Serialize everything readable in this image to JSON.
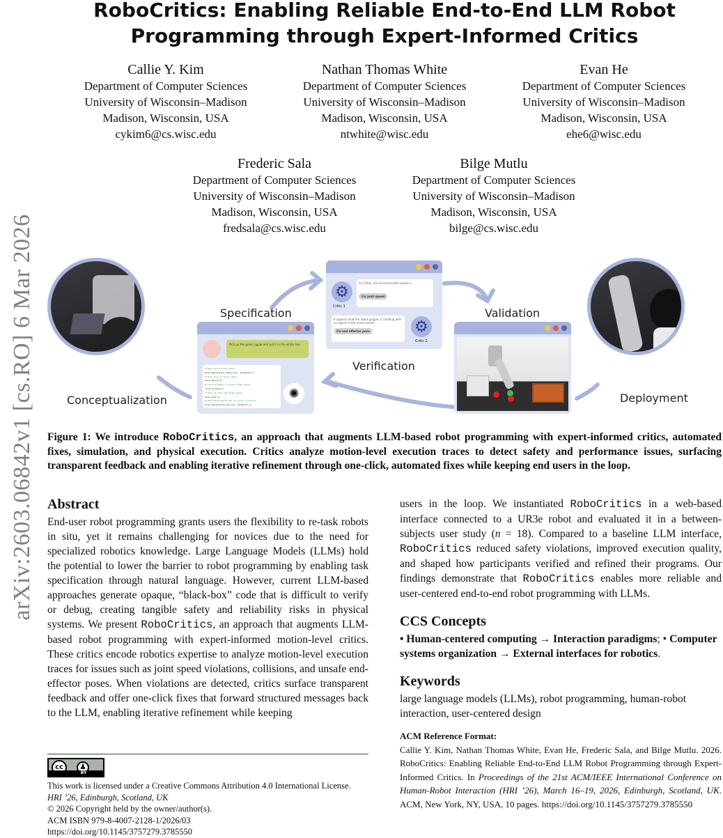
{
  "arxiv_stamp": "arXiv:2603.06842v1  [cs.RO]  6 Mar 2026",
  "title": {
    "line1": "RoboCritics: Enabling Reliable End-to-End LLM Robot",
    "line2": "Programming through Expert-Informed Critics"
  },
  "authors": [
    {
      "name": "Callie Y. Kim",
      "dept": "Department of Computer Sciences",
      "univ": "University of Wisconsin–Madison",
      "loc": "Madison, Wisconsin, USA",
      "email": "cykim6@cs.wisc.edu"
    },
    {
      "name": "Nathan Thomas White",
      "dept": "Department of Computer Sciences",
      "univ": "University of Wisconsin–Madison",
      "loc": "Madison, Wisconsin, USA",
      "email": "ntwhite@wisc.edu"
    },
    {
      "name": "Evan He",
      "dept": "Department of Computer Sciences",
      "univ": "University of Wisconsin–Madison",
      "loc": "Madison, Wisconsin, USA",
      "email": "ehe6@wisc.edu"
    },
    {
      "name": "Frederic Sala",
      "dept": "Department of Computer Sciences",
      "univ": "University of Wisconsin–Madison",
      "loc": "Madison, Wisconsin, USA",
      "email": "fredsala@cs.wisc.edu"
    },
    {
      "name": "Bilge Mutlu",
      "dept": "Department of Computer Sciences",
      "univ": "University of Wisconsin–Madison",
      "loc": "Madison, Wisconsin, USA",
      "email": "bilge@cs.wisc.edu"
    }
  ],
  "figure": {
    "stages": {
      "conceptualization": "Conceptualization",
      "specification": "Specification",
      "verification": "Verification",
      "validation": "Validation",
      "deployment": "Deployment"
    },
    "user_prompt": "Pick up the green apple and put it in the white box.",
    "critic1": {
      "label": "Critic 1",
      "message": "For UR3e, the recommended speed is...",
      "fix": "Fix joint speed"
    },
    "critic2": {
      "label": "Critic 2",
      "message": "It appears that the robot gripper is colliding with an object in the environment...",
      "fix": "Fix end effector pose"
    },
    "code_lines": [
      "# Move above Green Apple",
      "move_above(green_apple_pos, height=0.1)",
      "# Move down to Green Apple",
      "move_down(0.1)",
      "# Close gripper to grasp Green Apple",
      "close_gripper()",
      "# Move up with the Green Apple",
      "move_up(0.1)",
      "# Move above White Box to avoid collision",
      "move_above(white_box_pos, height=0.1)"
    ],
    "window_dot_colors": [
      "#f2c94c",
      "#e05a4f",
      "#5b6796"
    ]
  },
  "caption": {
    "prefix": "Figure 1: We introduce ",
    "name": "RoboCritics",
    "text": ", an approach that augments LLM-based robot programming with expert-informed critics, automated fixes, simulation, and physical execution. Critics analyze motion-level execution traces to detect safety and performance issues, surfacing transparent feedback and enabling iterative refinement through one-click, automated fixes while keeping end users in the loop."
  },
  "abstract": {
    "heading": "Abstract",
    "p1": "End-user robot programming grants users the flexibility to re-task robots in situ, yet it remains challenging for novices due to the need for specialized robotics knowledge. Large Language Models (LLMs) hold the potential to lower the barrier to robot programming by enabling task specification through natural language. However, current LLM-based approaches generate opaque, “black-box” code that is difficult to verify or debug, creating tangible safety and reliability risks in physical systems. We present ",
    "name": "RoboCritics",
    "p2": ", an approach that augments LLM-based robot programming with expert-informed motion-level critics. These critics encode robotics expertise to analyze motion-level execution traces for issues such as joint speed violations, collisions, and unsafe end-effector poses. When violations are detected, critics surface transparent feedback and offer one-click fixes that forward structured messages back to the LLM, enabling iterative refinement while keeping",
    "cont1": "users in the loop. We instantiated ",
    "cont2": " in a web-based interface connected to a UR3e robot and evaluated it in a between-subjects user study (",
    "n": "n",
    "cont3": " = 18). Compared to a baseline LLM interface, ",
    "cont4": " reduced safety violations, improved execution quality, and shaped how participants verified and refined their programs. Our findings demonstrate that ",
    "cont5": " enables more reliable and user-centered end-to-end robot programming with LLMs."
  },
  "ccs": {
    "heading": "CCS Concepts",
    "item1": "• Human-centered computing → Interaction paradigms",
    "sep": "; •",
    "item2": "Computer systems organization → External interfaces for robotics",
    "end": "."
  },
  "keywords": {
    "heading": "Keywords",
    "text": "large language models (LLMs), robot programming, human-robot interaction, user-centered design"
  },
  "acm_ref": {
    "heading": "ACM Reference Format:",
    "text1": "Callie Y. Kim, Nathan Thomas White, Evan He, Frederic Sala, and Bilge Mutlu. 2026. RoboCritics: Enabling Reliable End-to-End LLM Robot Programming through Expert-Informed Critics. In ",
    "venue": "Proceedings of the 21st ACM/IEEE International Conference on Human-Robot Interaction (HRI ’26), March 16–19, 2026, Edinburgh, Scotland, UK",
    "text2": ". ACM, New York, NY, USA, 10 pages. https://doi.org/10.1145/3757279.3785550"
  },
  "license": {
    "badge_cc": "cc",
    "badge_by": "BY",
    "line1": "This work is licensed under a Creative Commons Attribution 4.0 International License.",
    "line2": "HRI ’26, Edinburgh, Scotland, UK",
    "line3": "© 2026 Copyright held by the owner/author(s).",
    "line4": "ACM ISBN 979-8-4007-2128-1/2026/03",
    "line5": "https://doi.org/10.1145/3757279.3785550"
  }
}
